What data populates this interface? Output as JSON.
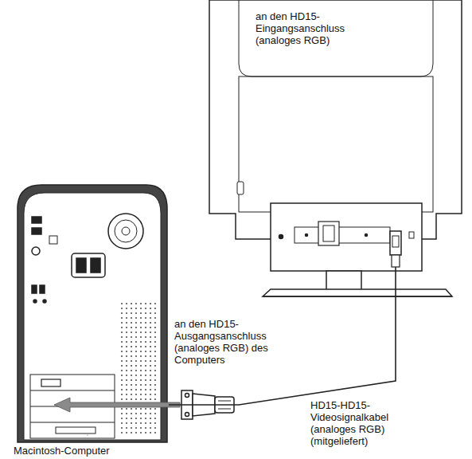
{
  "diagram": {
    "nodes": [
      {
        "text": [
          "an den HD15-Eingangsanschluss (analoges RGB)"
        ]
      },
      {
        "text": [
          "Macintosh-Computer"
        ]
      }
    ],
    "edges": [
      {
        "from": 1,
        "to": 0,
        "arrow": "none"
      }
    ],
    "labels": [
      "an den HD15-Ausgangsanschluss (analoges RGB) des Computers",
      "HD15-HD15-Videosignalkabel (analoges RGB) (mitgeliefert)"
    ]
  }
}
